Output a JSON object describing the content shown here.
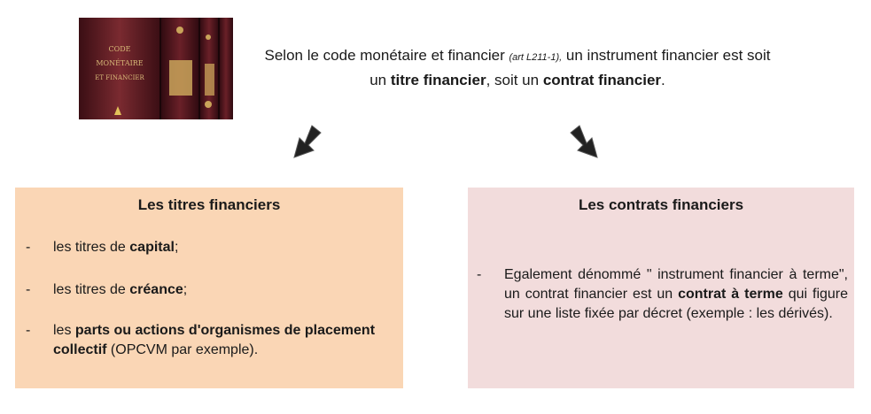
{
  "book_image": {
    "spine_label": [
      "CODE",
      "MONÉTAIRE",
      "ET FINANCIER"
    ],
    "colors": {
      "leather": "#5a1a22",
      "gold": "#c9a45a"
    }
  },
  "intro": {
    "part1": "Selon le code monétaire et financier ",
    "ref": "(art L211-1),",
    "part2": " un instrument financier est soit un ",
    "bold1": "titre financier",
    "part3": ", soit un  ",
    "bold2": "contrat financier",
    "part4": "."
  },
  "left_panel": {
    "title": "Les titres financiers",
    "dash": "-",
    "item1": {
      "a": "les titres de ",
      "b": "capital",
      "c": ";"
    },
    "item2": {
      "a": "les titres de ",
      "b": "créance",
      "c": ";"
    },
    "item3": {
      "a": "les ",
      "b": "parts ou actions d'organismes de placement collectif",
      "c": " (OPCVM par exemple)."
    }
  },
  "right_panel": {
    "title": "Les contrats financiers",
    "dash": "-",
    "item1": {
      "a": "Egalement dénommé \" instrument financier à terme\", un contrat financier  est un ",
      "b": "contrat à terme",
      "c": " qui figure sur une liste fixée par décret (exemple : les dérivés)."
    }
  },
  "colors": {
    "left_panel_bg": "#fad6b5",
    "right_panel_bg": "#f2dcdc",
    "arrow": "#222222"
  }
}
